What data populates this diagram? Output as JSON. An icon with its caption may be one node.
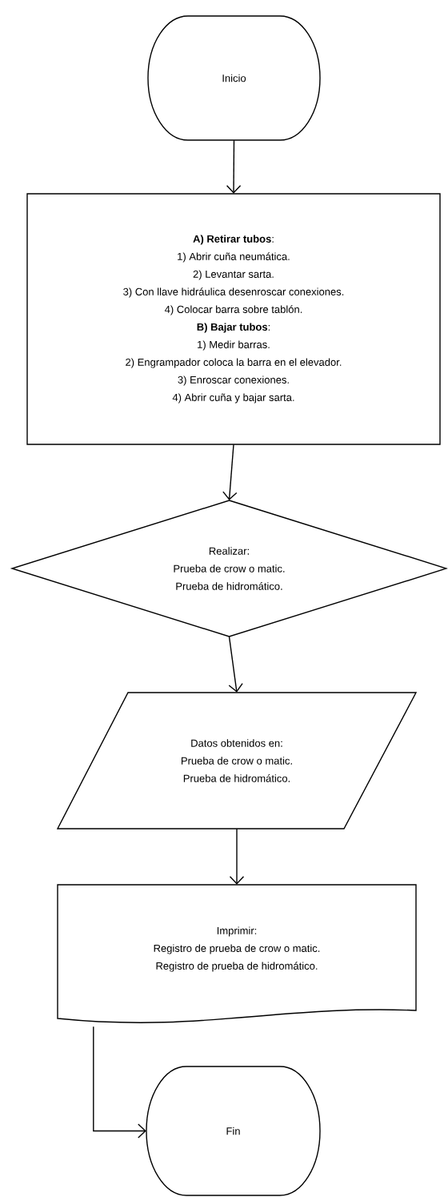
{
  "diagram": {
    "nodes": [
      {
        "text": [
          "Inicio"
        ]
      },
      {
        "text": [
          "**A) Retirar tubos**:",
          "1) Abrir cuña neumática.",
          "2) Levantar sarta.",
          "3) Con llave hidráulica desenroscar conexiones.",
          "4) Colocar barra sobre tablón.",
          "**B) Bajar tubos**:",
          "1) Medir barras.",
          "2) Engrampador coloca la barra en el elevador.",
          "3) Enroscar conexiones.",
          "4) Abrir cuña y bajar sarta."
        ]
      },
      {
        "text": [
          "Realizar:",
          "Prueba de crow o matic.",
          "Prueba de hidromático."
        ]
      },
      {
        "text": [
          "Datos obtenidos en:",
          "Prueba de crow o matic.",
          "Prueba de hidromático."
        ]
      },
      {
        "text": [
          "Imprimir:",
          "Registro de prueba de crow o matic.",
          "Registro de prueba de hidromático."
        ]
      },
      {
        "text": [
          "Fin"
        ]
      }
    ],
    "edges": [
      {
        "from": 0,
        "to": 1,
        "arrow": "to"
      },
      {
        "from": 1,
        "to": 2,
        "arrow": "to"
      },
      {
        "from": 2,
        "to": 3,
        "arrow": "to"
      },
      {
        "from": 3,
        "to": 4,
        "arrow": "to"
      },
      {
        "from": 4,
        "to": 5,
        "arrow": "to"
      }
    ]
  }
}
